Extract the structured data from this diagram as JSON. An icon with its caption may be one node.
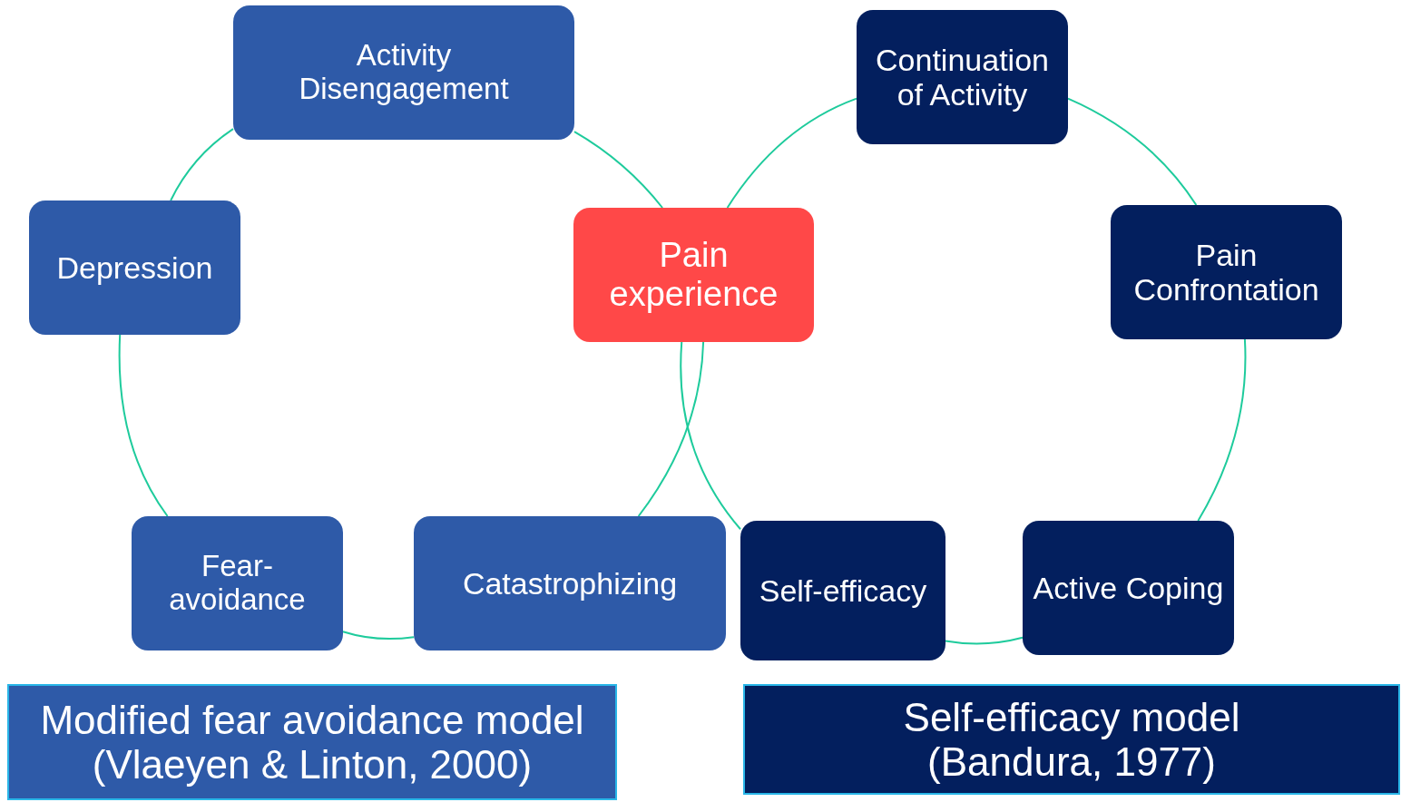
{
  "diagram": {
    "nodes": [
      {
        "text": [
          "Activity Disengagement"
        ]
      },
      {
        "text": [
          "Continuation of Activity"
        ]
      },
      {
        "text": [
          "Depression"
        ]
      },
      {
        "text": [
          "Pain experience"
        ]
      },
      {
        "text": [
          "Pain Confrontation"
        ]
      },
      {
        "text": [
          "Fear-avoidance"
        ]
      },
      {
        "text": [
          "Catastrophizing"
        ]
      },
      {
        "text": [
          "Self-efficacy"
        ]
      },
      {
        "text": [
          "Active Coping"
        ]
      },
      {
        "text": [
          "Modified fear avoidance model (Vlaeyen & Linton, 2000)"
        ]
      },
      {
        "text": [
          "Self-efficacy model (Bandura, 1977)"
        ]
      }
    ],
    "edges": [
      {
        "from": 2,
        "to": 0,
        "arrow": "none"
      },
      {
        "from": 0,
        "to": 3,
        "arrow": "none"
      },
      {
        "from": 2,
        "to": 5,
        "arrow": "none"
      },
      {
        "from": 5,
        "to": 6,
        "arrow": "none"
      },
      {
        "from": 6,
        "to": 3,
        "arrow": "none"
      },
      {
        "from": 3,
        "to": 1,
        "arrow": "none"
      },
      {
        "from": 1,
        "to": 4,
        "arrow": "none"
      },
      {
        "from": 4,
        "to": 8,
        "arrow": "none"
      },
      {
        "from": 7,
        "to": 8,
        "arrow": "none"
      },
      {
        "from": 3,
        "to": 7,
        "arrow": "none"
      }
    ]
  }
}
